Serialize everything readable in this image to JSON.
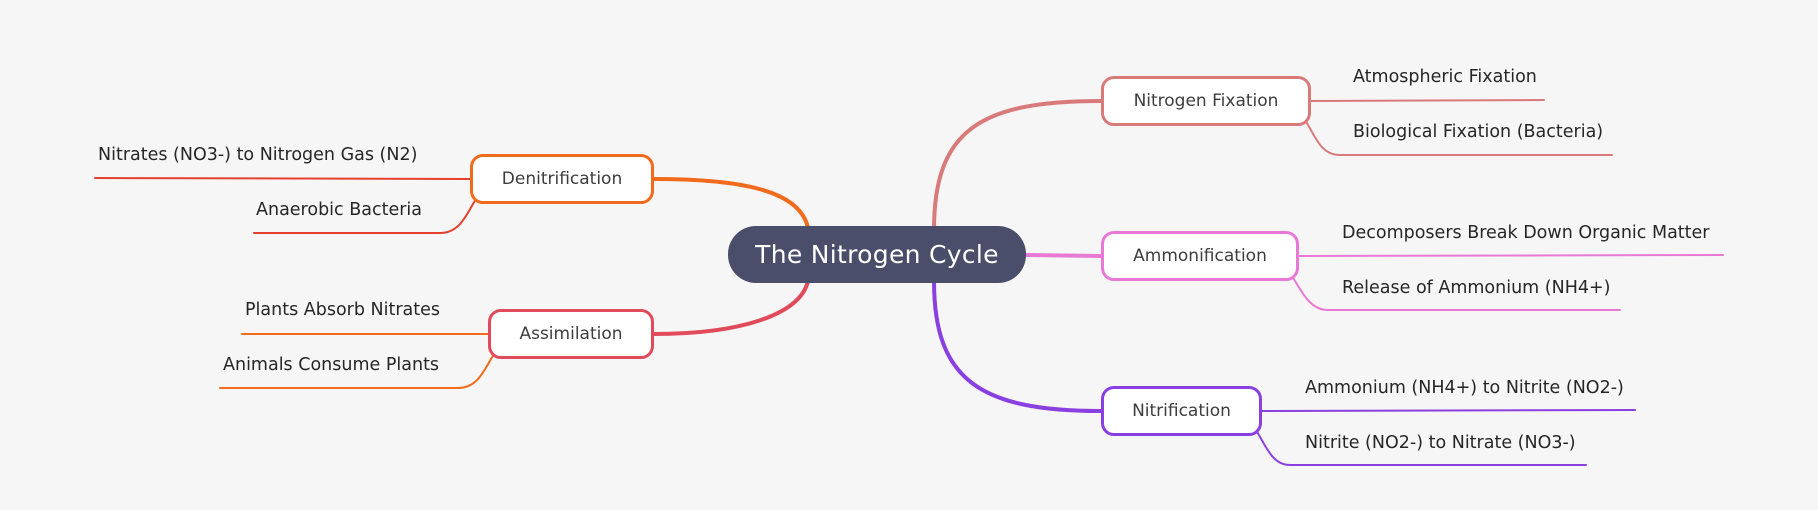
{
  "root": {
    "label": "The Nitrogen Cycle",
    "color": "#4b4e6a"
  },
  "branches": [
    {
      "label": "Nitrogen Fixation",
      "color": "#d97a7a",
      "side": "right",
      "leaves": [
        "Atmospheric Fixation",
        "Biological Fixation (Bacteria)"
      ]
    },
    {
      "label": "Ammonification",
      "color": "#e87ad6",
      "side": "right",
      "leaves": [
        "Decomposers Break Down Organic Matter",
        "Release of Ammonium (NH4+)"
      ]
    },
    {
      "label": "Nitrification",
      "color": "#8a3fe0",
      "side": "right",
      "leaves": [
        "Ammonium (NH4+) to Nitrite (NO2-)",
        "Nitrite (NO2-) to Nitrate (NO3-)"
      ]
    },
    {
      "label": "Denitrification",
      "color": "#f26a1b",
      "leaf_color": "#e5402f",
      "side": "left",
      "leaves": [
        "Nitrates (NO3-) to Nitrogen Gas (N2)",
        "Anaerobic Bacteria"
      ]
    },
    {
      "label": "Assimilation",
      "color": "#e04a5a",
      "leaf_color": "#f26a1b",
      "side": "left",
      "leaves": [
        "Plants Absorb Nitrates",
        "Animals Consume Plants"
      ]
    }
  ]
}
